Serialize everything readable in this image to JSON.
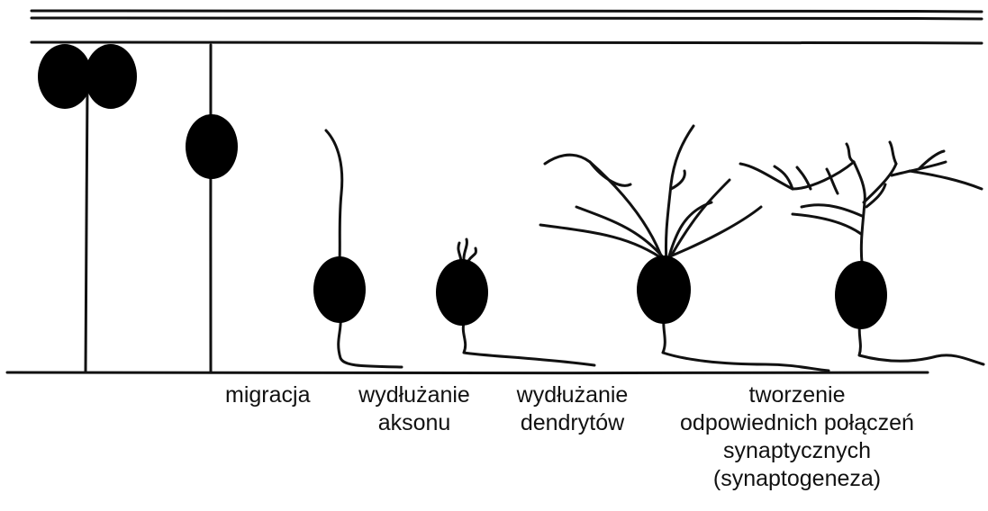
{
  "colors": {
    "ink": "#111111",
    "background": "#ffffff"
  },
  "labels": {
    "migration": "migracja",
    "axon": [
      "wydłużanie",
      "aksonu"
    ],
    "dendrites": [
      "wydłużanie",
      "dendrytów"
    ],
    "synapto": [
      "tworzenie",
      "odpowiednich połączeń",
      "synaptycznych",
      "(synaptogeneza)"
    ]
  }
}
